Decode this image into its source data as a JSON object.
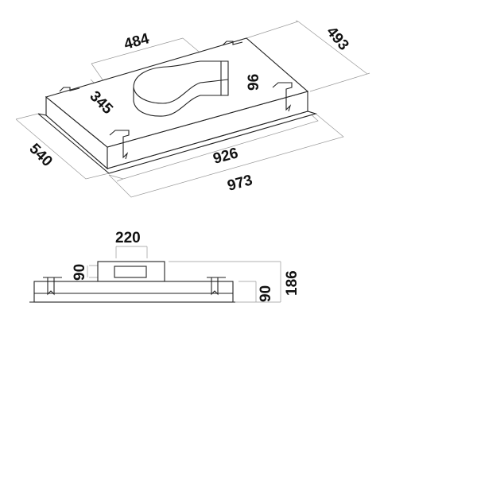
{
  "top_view": {
    "dimensions": {
      "duct_width": "484",
      "depth_back": "493",
      "duct_height": "96",
      "duct_depth": "345",
      "depth_front": "540",
      "body_width": "926",
      "overall_width": "973"
    }
  },
  "side_view": {
    "dimensions": {
      "outlet_width": "220",
      "outlet_height": "90",
      "body_height": "90",
      "overall_height": "186"
    }
  }
}
